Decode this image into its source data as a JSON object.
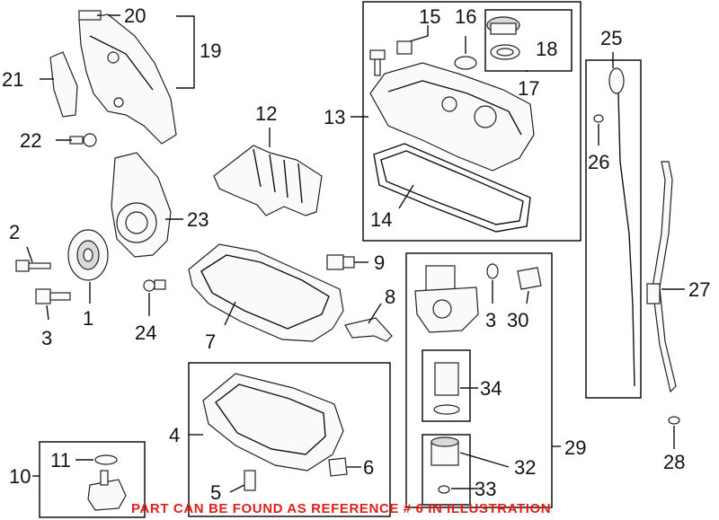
{
  "callouts": {
    "n1": "1",
    "n2": "2",
    "n3": "3",
    "n4": "4",
    "n5": "5",
    "n6": "6",
    "n7": "7",
    "n8": "8",
    "n9": "9",
    "n10": "10",
    "n11": "11",
    "n12": "12",
    "n13": "13",
    "n14": "14",
    "n15": "15",
    "n16": "16",
    "n17": "17",
    "n18": "18",
    "n19": "19",
    "n20": "20",
    "n21": "21",
    "n22": "22",
    "n23": "23",
    "n24": "24",
    "n25": "25",
    "n26": "26",
    "n27": "27",
    "n28": "28",
    "n29": "29",
    "n30": "30",
    "n31": "3",
    "n32": "32",
    "n33": "33",
    "n34": "34"
  },
  "footer_note": "PART CAN BE FOUND AS REFERENCE # 6 IN ILLUSTRATION",
  "colors": {
    "note": "#e0201b",
    "ink": "#111111"
  }
}
